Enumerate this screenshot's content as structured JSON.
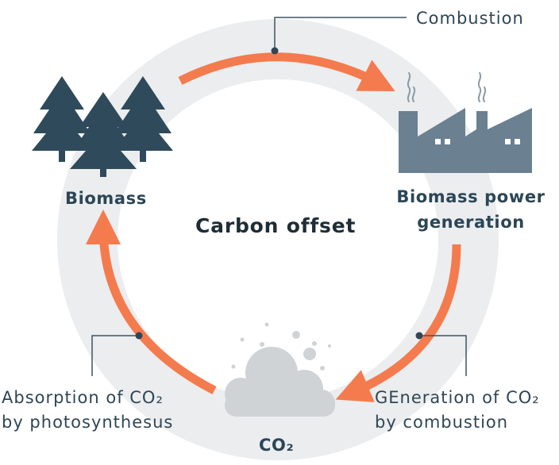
{
  "title": "Carbon offset",
  "nodes": {
    "biomass": "Biomass",
    "power_line1": "Biomass power",
    "power_line2": "generation",
    "co2": "CO₂"
  },
  "callouts": {
    "combustion": "Combustion",
    "generation_line1": "GEneration of CO₂",
    "generation_line2": "by combustion",
    "absorption_line1": "Absorption of CO₂",
    "absorption_line2": "by photosynthesus"
  },
  "colors": {
    "ring": "#ebedef",
    "arrow": "#f47b4e",
    "tree": "#2f4a5a",
    "factory": "#6b8090",
    "cloud": "#d0d3d6",
    "leader": "#3e5563"
  }
}
